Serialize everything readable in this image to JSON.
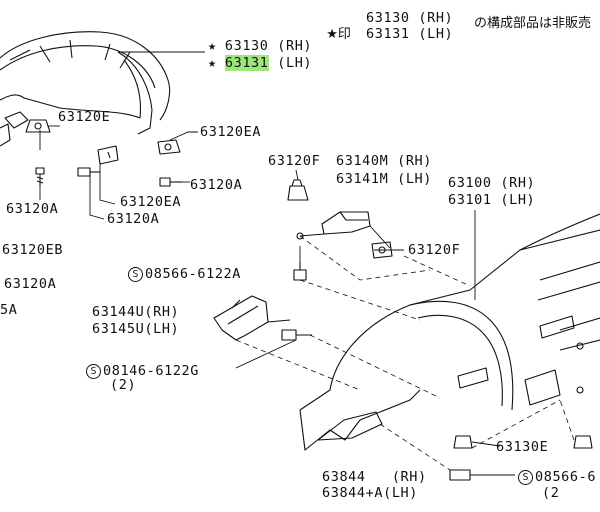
{
  "header_note": {
    "star": "★",
    "mark": "印",
    "part_a": "63130 (RH)",
    "part_b": "63131 (LH)",
    "text": "の構成部品は非販売"
  },
  "labels": [
    {
      "id": "63130-rh",
      "star": "★",
      "text": "63130 (RH)"
    },
    {
      "id": "63131-lh",
      "star": "★",
      "text": "63131",
      "suffix": " (LH)",
      "highlighted": true
    },
    {
      "id": "63120e-top",
      "text": "63120E"
    },
    {
      "id": "63120ea-top",
      "text": "63120EA"
    },
    {
      "id": "63120f-top",
      "text": "63120F"
    },
    {
      "id": "63140m",
      "text": "63140M (RH)"
    },
    {
      "id": "63141m",
      "text": "63141M (LH)"
    },
    {
      "id": "63100",
      "text": "63100 (RH)"
    },
    {
      "id": "63101",
      "text": "63101 (LH)"
    },
    {
      "id": "63120a-mid",
      "text": "63120A"
    },
    {
      "id": "63120ea-mid",
      "text": "63120EA"
    },
    {
      "id": "63120a-left",
      "text": "63120A"
    },
    {
      "id": "63120a-low",
      "text": "63120A"
    },
    {
      "id": "63120eb",
      "text": "63120EB"
    },
    {
      "id": "63120a-left2",
      "text": "63120A"
    },
    {
      "id": "5a",
      "text": "5A"
    },
    {
      "id": "63120f-right",
      "text": "63120F"
    },
    {
      "id": "bolt-08566",
      "circle": "S",
      "text": "08566-6122A"
    },
    {
      "id": "63144u",
      "text": "63144U(RH)"
    },
    {
      "id": "63145u",
      "text": "63145U(LH)"
    },
    {
      "id": "bolt-08146",
      "circle": "S",
      "text": "08146-6122G"
    },
    {
      "id": "qty-2-left",
      "text": "(2)"
    },
    {
      "id": "63130e",
      "text": "63130E"
    },
    {
      "id": "63844",
      "text": "63844   (RH)"
    },
    {
      "id": "63844a",
      "text": "63844+A(LH)"
    },
    {
      "id": "bolt-08566-right",
      "circle": "S",
      "text": "08566-6"
    },
    {
      "id": "qty-2-right",
      "text": "(2"
    }
  ],
  "colors": {
    "highlight": "#9be87a",
    "line": "#111111"
  }
}
